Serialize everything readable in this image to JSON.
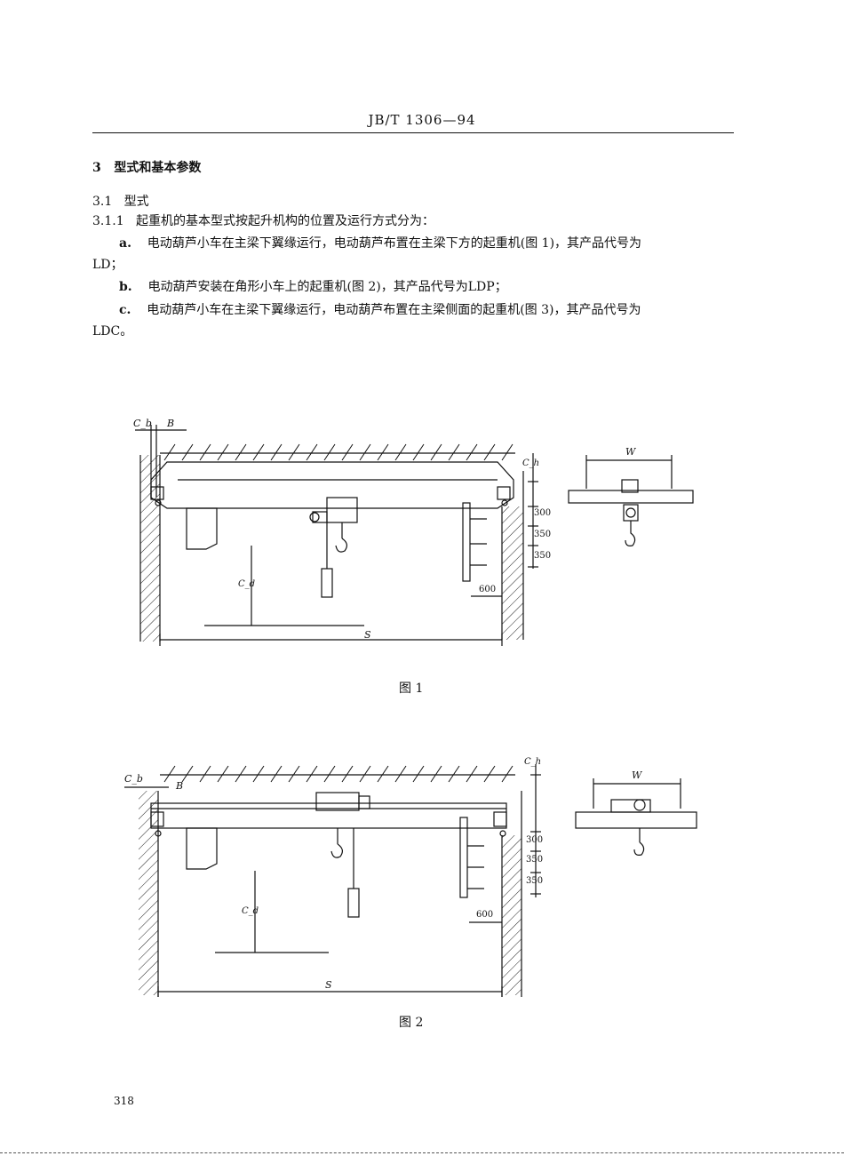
{
  "header": {
    "standard": "JB/T 1306—94"
  },
  "section": {
    "number": "3",
    "title": "型式和基本参数"
  },
  "sub": {
    "number": "3.1",
    "title": "型式"
  },
  "clause": {
    "number": "3.1.1",
    "text": "起重机的基本型式按起升机构的位置及运行方式分为："
  },
  "items": [
    {
      "mark": "a.",
      "line1": "电动葫芦小车在主梁下翼缘运行，电动葫芦布置在主梁下方的起重机(图 1)，其产品代号为",
      "line2": "LD；"
    },
    {
      "mark": "b.",
      "line1": "电动葫芦安装在角形小车上的起重机(图 2)，其产品代号为LDP；",
      "line2": ""
    },
    {
      "mark": "c.",
      "line1": "电动葫芦小车在主梁下翼缘运行，电动葫芦布置在主梁侧面的起重机(图 3)，其产品代号为",
      "line2": "LDC。"
    }
  ],
  "figure1": {
    "caption": "图 1",
    "labels": {
      "cb": "C_b",
      "b": "B",
      "ch": "C_h",
      "cd": "C_d",
      "s": "S",
      "w": "W"
    },
    "dims": [
      "300",
      "350",
      "350",
      "600"
    ]
  },
  "figure2": {
    "caption": "图 2",
    "labels": {
      "cb": "C_b",
      "b": "B",
      "ch": "C_h",
      "cd": "C_d",
      "s": "S",
      "w": "W"
    },
    "dims": [
      "300",
      "350",
      "350",
      "600"
    ]
  },
  "footer": {
    "page_number": "318"
  }
}
